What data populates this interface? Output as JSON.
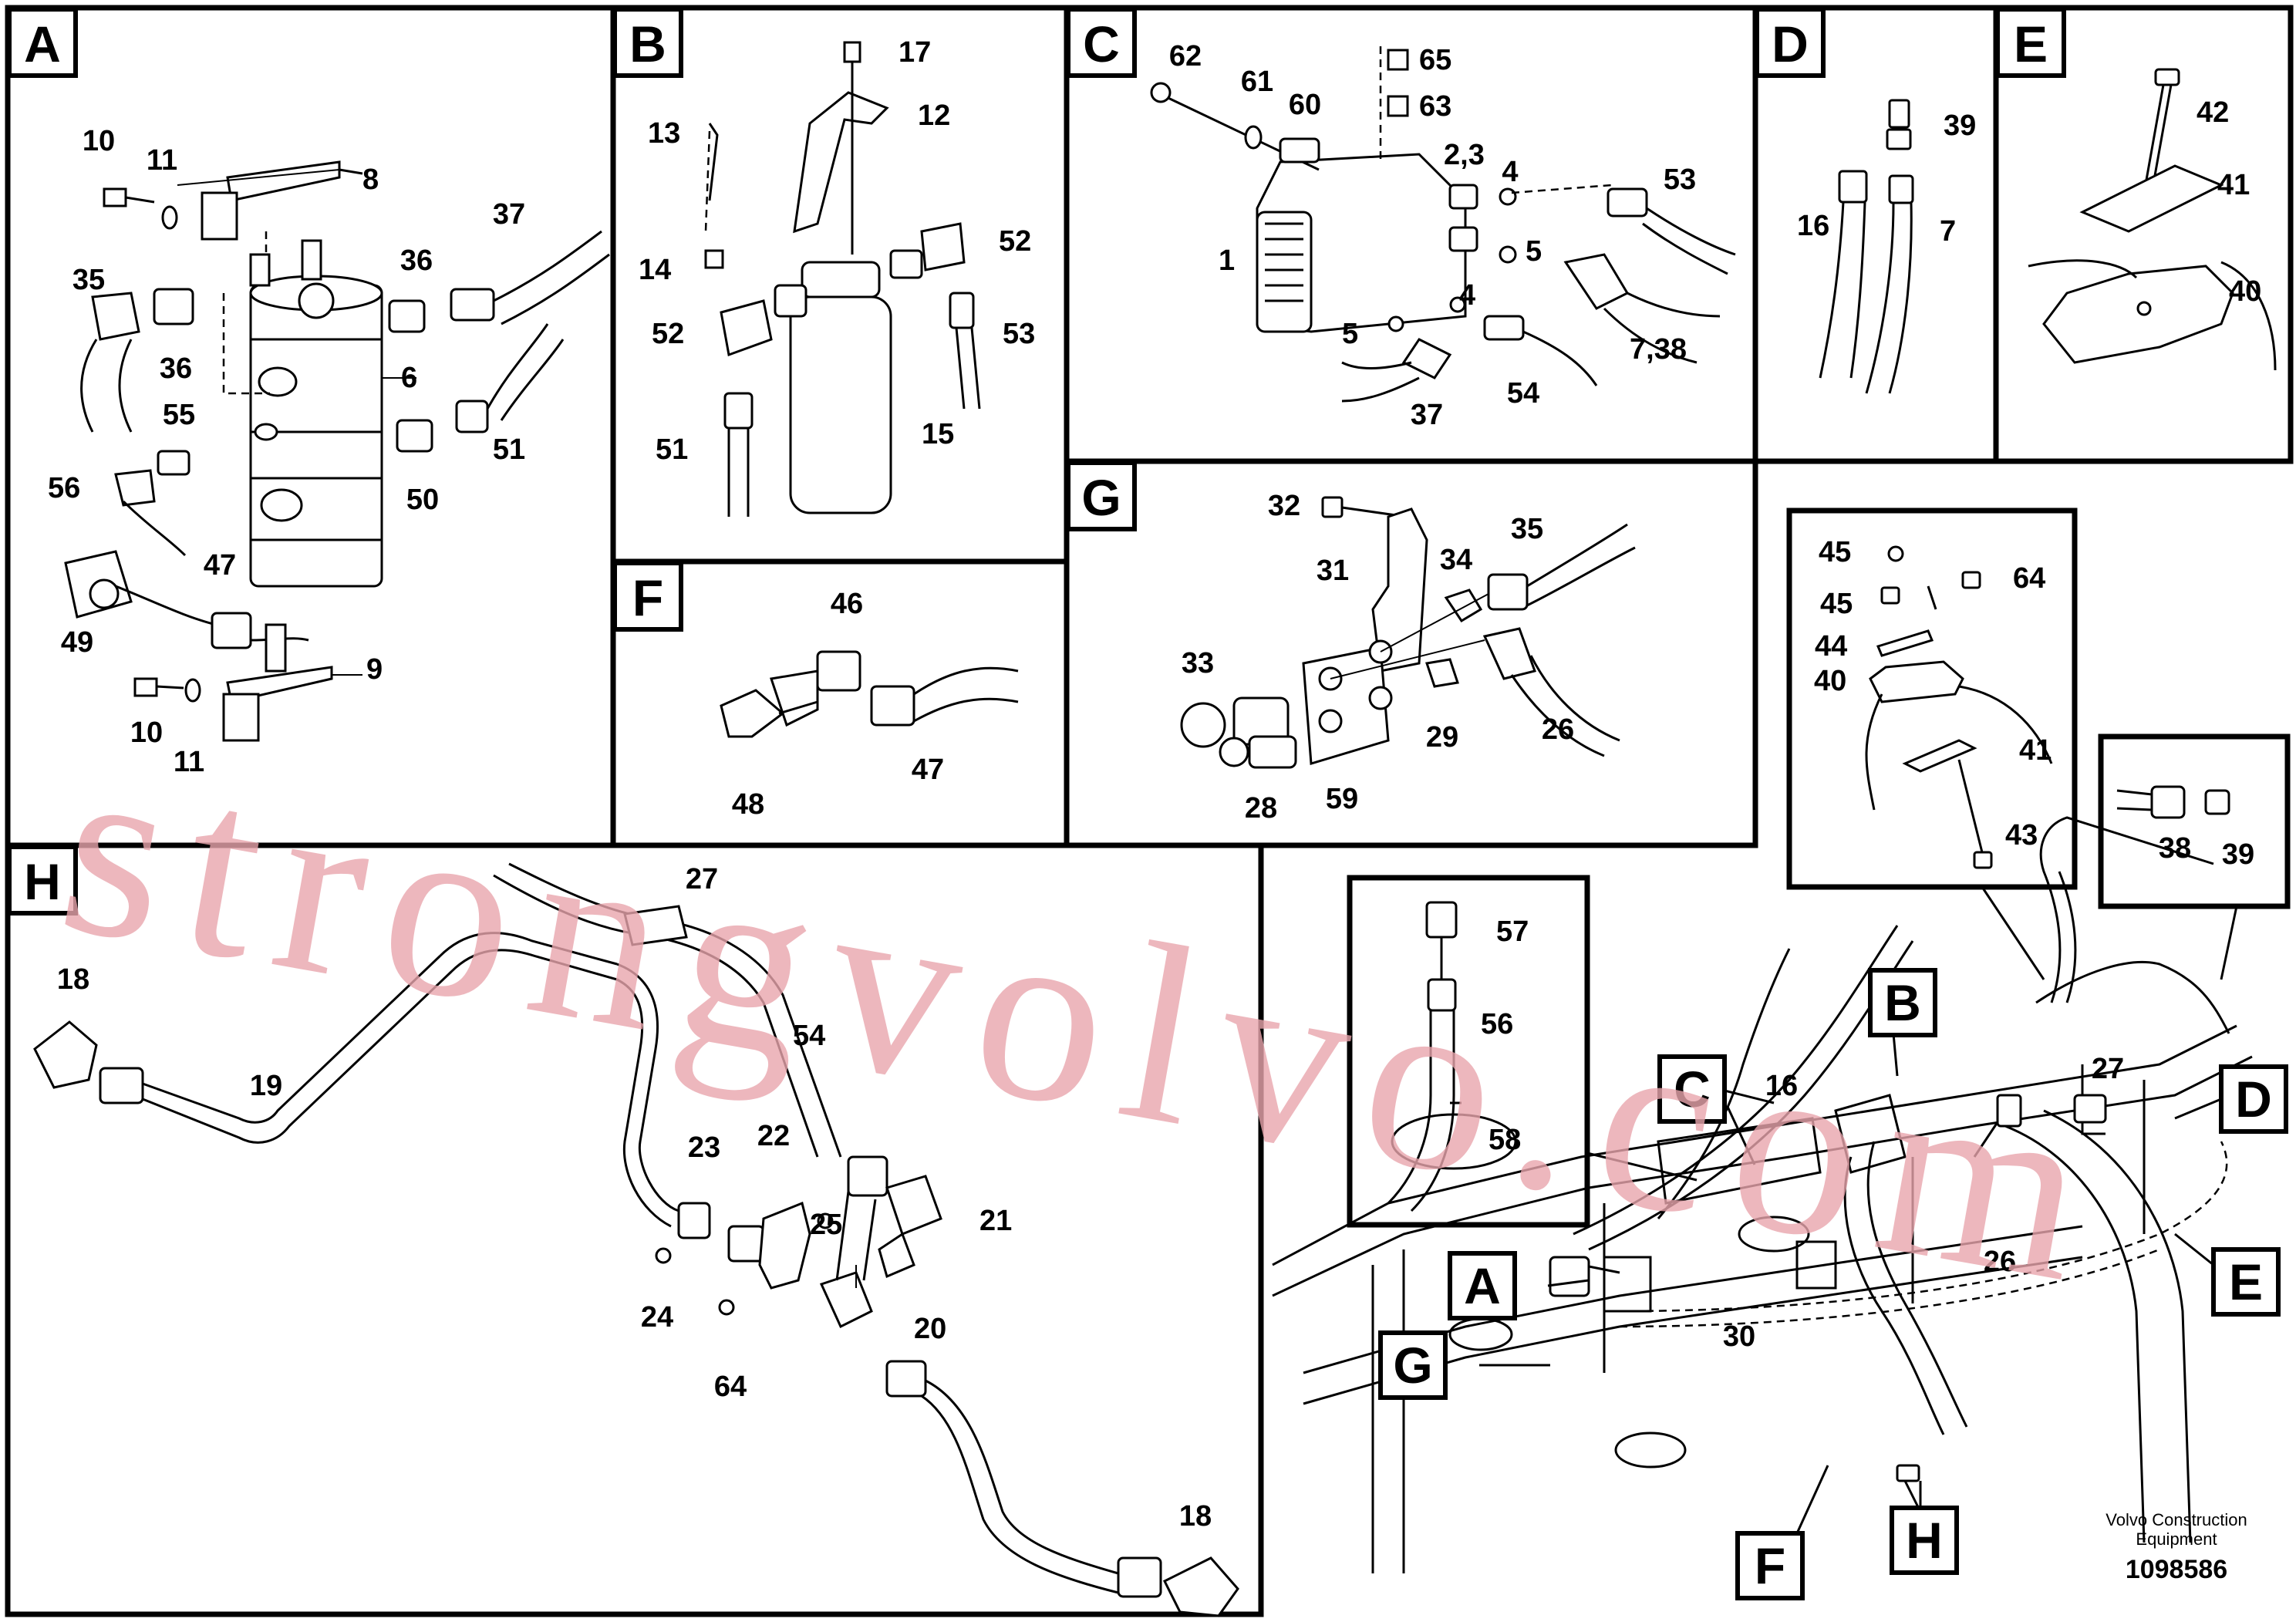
{
  "panels": {
    "A": "A",
    "B": "B",
    "C": "C",
    "D": "D",
    "E": "E",
    "F": "F",
    "G": "G",
    "H": "H"
  },
  "callouts": {
    "A": [
      "10",
      "11",
      "8",
      "35",
      "36",
      "36",
      "37",
      "55",
      "56",
      "6",
      "51",
      "50",
      "49",
      "47",
      "9",
      "10",
      "11"
    ],
    "B": [
      "17",
      "13",
      "12",
      "52",
      "14",
      "52",
      "53",
      "51",
      "15"
    ],
    "C": [
      "62",
      "61",
      "60",
      "65",
      "63",
      "2,3",
      "4",
      "53",
      "1",
      "5",
      "4",
      "5",
      "37",
      "54",
      "7,38"
    ],
    "D": [
      "39",
      "16",
      "7"
    ],
    "E": [
      "42",
      "41",
      "40"
    ],
    "F": [
      "46",
      "48",
      "47"
    ],
    "G": [
      "32",
      "31",
      "34",
      "35",
      "33",
      "29",
      "26",
      "28",
      "59"
    ],
    "H": [
      "27",
      "18",
      "19",
      "54",
      "22",
      "23",
      "25",
      "21",
      "24",
      "20",
      "64",
      "18"
    ],
    "overview": [
      "45",
      "64",
      "45",
      "44",
      "40",
      "41",
      "43",
      "38",
      "39",
      "57",
      "56",
      "58",
      "27",
      "16",
      "26",
      "30"
    ]
  },
  "overview_letters": [
    "B",
    "C",
    "A",
    "G",
    "D",
    "E",
    "F",
    "H"
  ],
  "watermark": "strongvolvo.com",
  "footer": {
    "brand": "Volvo Construction",
    "brand2": "Equipment",
    "code": "1098586"
  }
}
